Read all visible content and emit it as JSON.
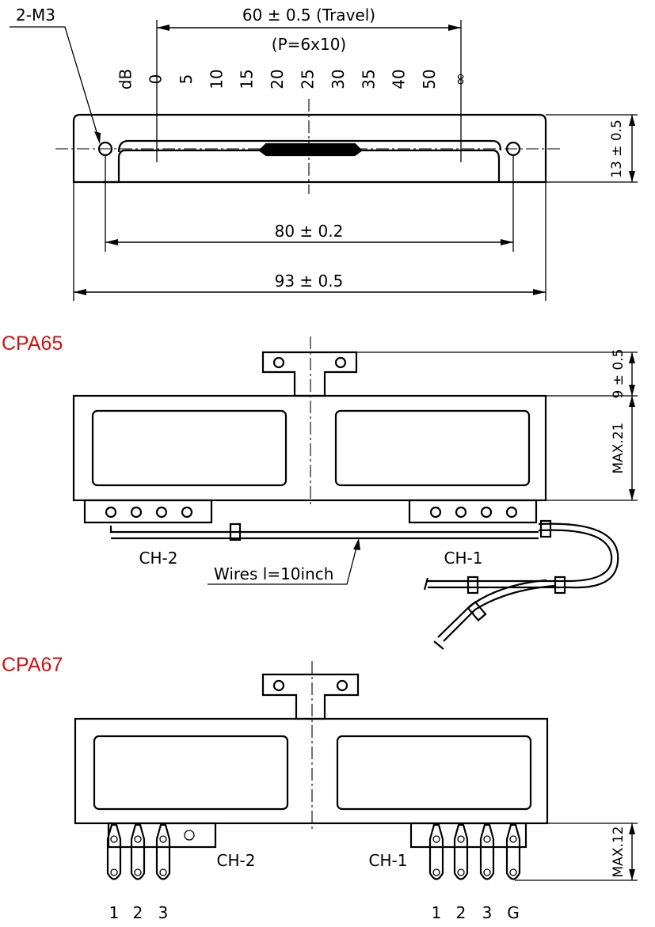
{
  "colors": {
    "model_label": "#d01010",
    "line": "#000000"
  },
  "top_view": {
    "mount_holes": "2-M3",
    "travel": "60 ± 0.5 (Travel)",
    "pitch": "(P=6x10)",
    "scale_unit": "dB",
    "scale_ticks": [
      "0",
      "5",
      "10",
      "15",
      "20",
      "25",
      "30",
      "35",
      "40",
      "50",
      "∞"
    ],
    "dim_height": "13 ± 0.5",
    "dim_mount": "80 ± 0.2",
    "dim_overall": "93 ± 0.5"
  },
  "cpa65": {
    "model": "CPA65",
    "dim_knob": "9 ± 0.5",
    "dim_body": "MAX.21",
    "ch2": "CH-2",
    "ch1": "CH-1",
    "wires": "Wires l=10inch"
  },
  "cpa67": {
    "model": "CPA67",
    "dim_terminal": "MAX.12",
    "ch2": "CH-2",
    "ch1": "CH-1",
    "ch2_pins": [
      "1",
      "2",
      "3"
    ],
    "ch1_pins": [
      "1",
      "2",
      "3",
      "G"
    ]
  }
}
